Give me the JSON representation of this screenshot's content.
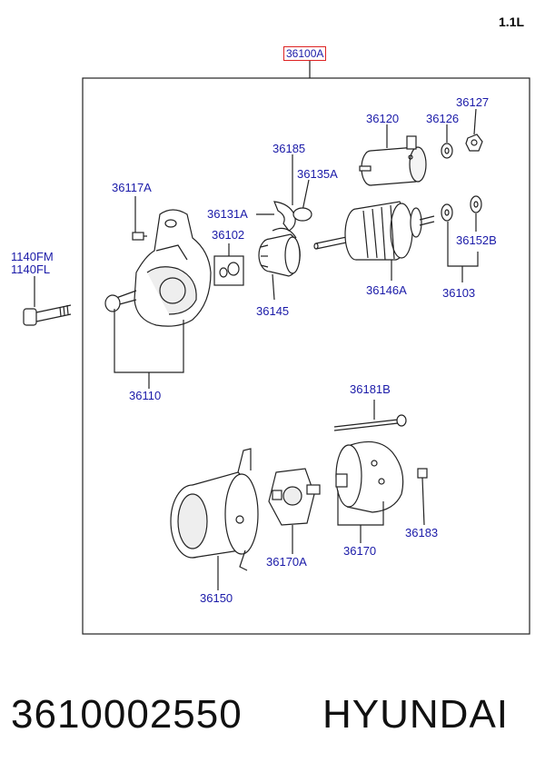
{
  "header": {
    "engine": "1.1L",
    "assembly": "36100A"
  },
  "parts": {
    "p36120": "36120",
    "p36127": "36127",
    "p36126": "36126",
    "p36185": "36185",
    "p36135A": "36135A",
    "p36117A": "36117A",
    "p36131A": "36131A",
    "p36102": "36102",
    "p1140FM": "1140FM",
    "p1140FL": "1140FL",
    "p36152B": "36152B",
    "p36146A": "36146A",
    "p36103": "36103",
    "p36145": "36145",
    "p36110": "36110",
    "p36181B": "36181B",
    "p36183": "36183",
    "p36170A": "36170A",
    "p36170": "36170",
    "p36150": "36150"
  },
  "footer": {
    "part_number": "3610002550",
    "brand": "HYUNDAI"
  }
}
